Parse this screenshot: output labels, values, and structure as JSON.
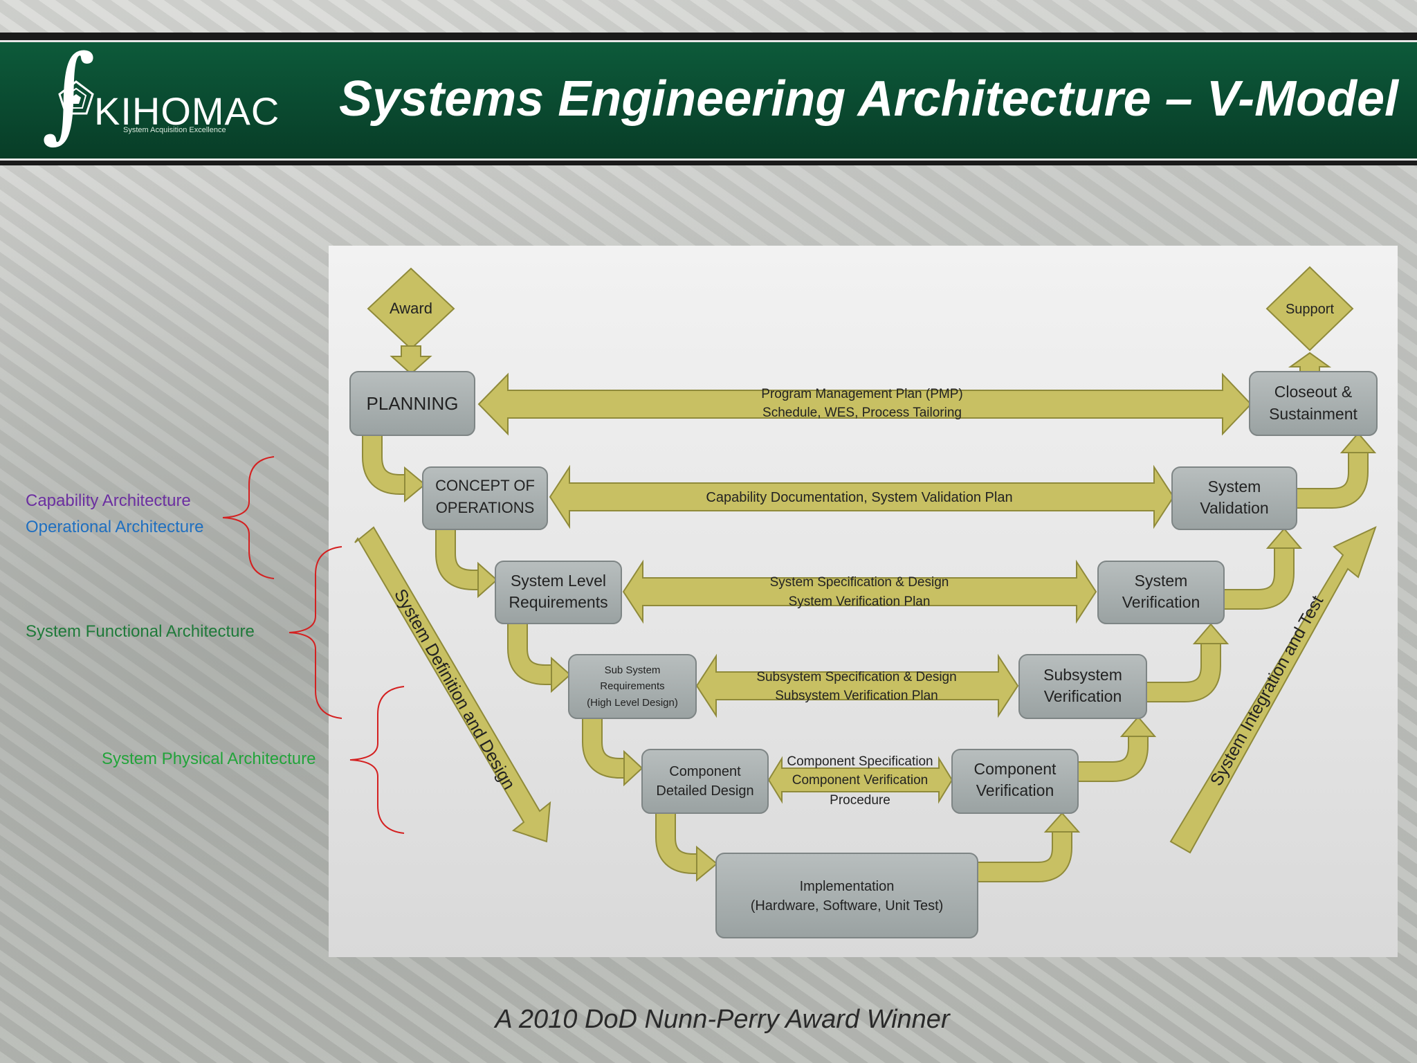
{
  "header": {
    "logo_mark": "∫",
    "logo_name": "KIHOMAC",
    "logo_tagline": "System Acquisition Excellence",
    "title": "Systems Engineering Architecture – V-Model"
  },
  "side_labels": {
    "capability": "Capability Architecture",
    "operational": "Operational Architecture",
    "functional": "System Functional Architecture",
    "physical": "System Physical Architecture"
  },
  "diagram": {
    "award": "Award",
    "support": "Support",
    "planning": "PLANNING",
    "closeout": [
      "Closeout &",
      "Sustainment"
    ],
    "pmp": [
      "Program Management Plan (PMP)",
      "Schedule, WES, Process Tailoring"
    ],
    "conops": [
      "CONCEPT OF",
      "OPERATIONS"
    ],
    "sys_validation": [
      "System",
      "Validation"
    ],
    "capdoc": "Capability Documentation, System Validation Plan",
    "sys_req": [
      "System Level",
      "Requirements"
    ],
    "sys_verif": [
      "System",
      "Verification"
    ],
    "sysspec": [
      "System Specification & Design",
      "System Verification Plan"
    ],
    "subsys_req": [
      "Sub System",
      "Requirements",
      "(High Level Design)"
    ],
    "subsys_verif": [
      "Subsystem",
      "Verification"
    ],
    "subspec": [
      "Subsystem Specification & Design",
      "Subsystem Verification Plan"
    ],
    "comp_design": [
      "Component",
      "Detailed Design"
    ],
    "comp_verif": [
      "Component",
      "Verification"
    ],
    "compspec": [
      "Component Specification",
      "Component Verification",
      "Procedure"
    ],
    "impl": [
      "Implementation",
      "(Hardware, Software, Unit Test)"
    ],
    "left_diag": "System Definition and Design",
    "right_diag": "System Integration and Test"
  },
  "footer": "A 2010 DoD Nunn-Perry Award Winner",
  "colors": {
    "header_green": "#0a4a30",
    "arrow_olive": "#c8c063",
    "box_gray": "#a9afaf",
    "capability": "#6b2fa0",
    "operational": "#1f6fc0",
    "functional": "#1f7a3a",
    "physical": "#22a33a",
    "brace_red": "#d42020"
  }
}
